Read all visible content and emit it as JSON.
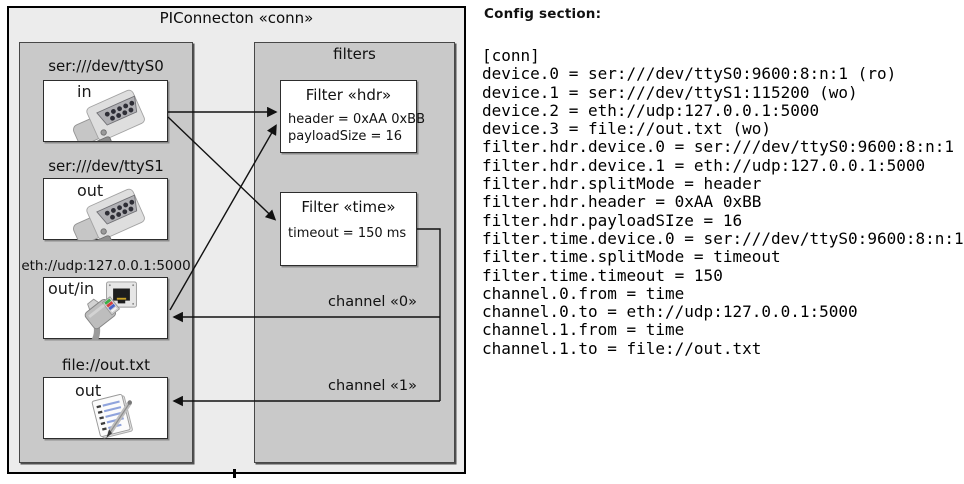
{
  "diagram": {
    "title": "PIConnecton «conn»",
    "devices_panel": {
      "devices": [
        {
          "label": "ser:///dev/ttyS0",
          "mode": "in",
          "icon": "db9-serial-connector"
        },
        {
          "label": "ser:///dev/ttyS1",
          "mode": "out",
          "icon": "db9-serial-connector"
        },
        {
          "label": "eth://udp:127.0.0.1:5000",
          "mode": "out/in",
          "icon": "ethernet-rj45-connector"
        },
        {
          "label": "file://out.txt",
          "mode": "out",
          "icon": "notepad-document"
        }
      ]
    },
    "filters_panel": {
      "title": "filters",
      "filters": [
        {
          "title": "Filter «hdr»",
          "properties": [
            "header = 0xAA 0xBB",
            "payloadSize = 16"
          ]
        },
        {
          "title": "Filter «time»",
          "properties": [
            "timeout = 150 ms"
          ]
        }
      ]
    },
    "channels": [
      {
        "label": "channel «0»"
      },
      {
        "label": "channel «1»"
      }
    ],
    "colors": {
      "outer_bg": "#ececec",
      "panel_bg": "#c9c9c9",
      "box_bg": "#ffffff",
      "line": "#111111"
    }
  },
  "config": {
    "heading": "Config section:",
    "lines": [
      "[conn]",
      "device.0 = ser:///dev/ttyS0:9600:8:n:1 (ro)",
      "device.1 = ser:///dev/ttyS1:115200 (wo)",
      "device.2 = eth://udp:127.0.0.1:5000",
      "device.3 = file://out.txt (wo)",
      "filter.hdr.device.0 = ser:///dev/ttyS0:9600:8:n:1",
      "filter.hdr.device.1 = eth://udp:127.0.0.1:5000",
      "filter.hdr.splitMode = header",
      "filter.hdr.header = 0xAA 0xBB",
      "filter.hdr.payloadSIze = 16",
      "filter.time.device.0 = ser:///dev/ttyS0:9600:8:n:1",
      "filter.time.splitMode = timeout",
      "filter.time.timeout = 150",
      "channel.0.from = time",
      "channel.0.to = eth://udp:127.0.0.1:5000",
      "channel.1.from = time",
      "channel.1.to = file://out.txt"
    ]
  }
}
